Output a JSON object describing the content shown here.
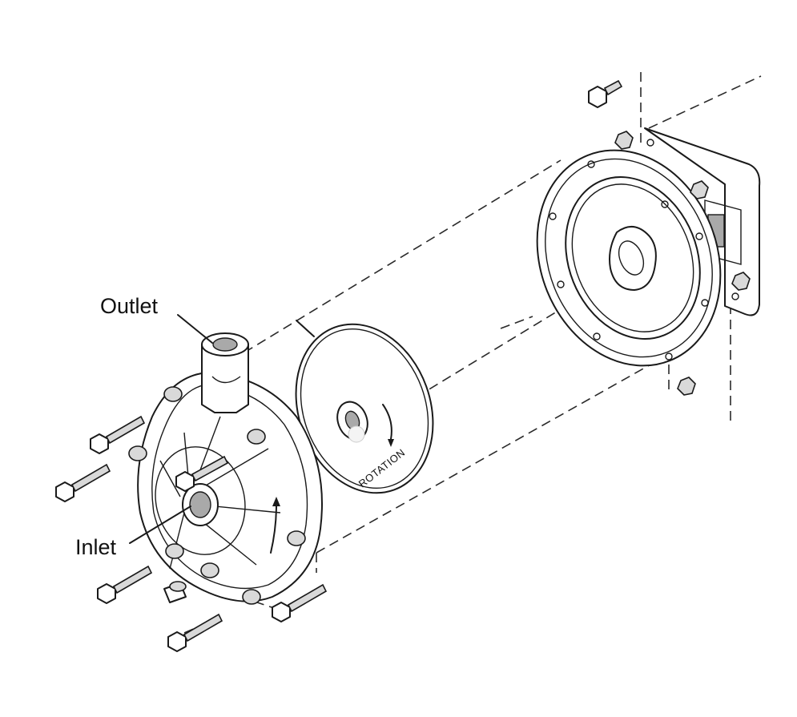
{
  "labels": {
    "outlet": "Outlet",
    "inlet": "Inlet",
    "rotation": "ROTATION"
  },
  "colors": {
    "line": "#1a1a1a",
    "background": "#ffffff",
    "part_shading": "#d9d9d9"
  }
}
